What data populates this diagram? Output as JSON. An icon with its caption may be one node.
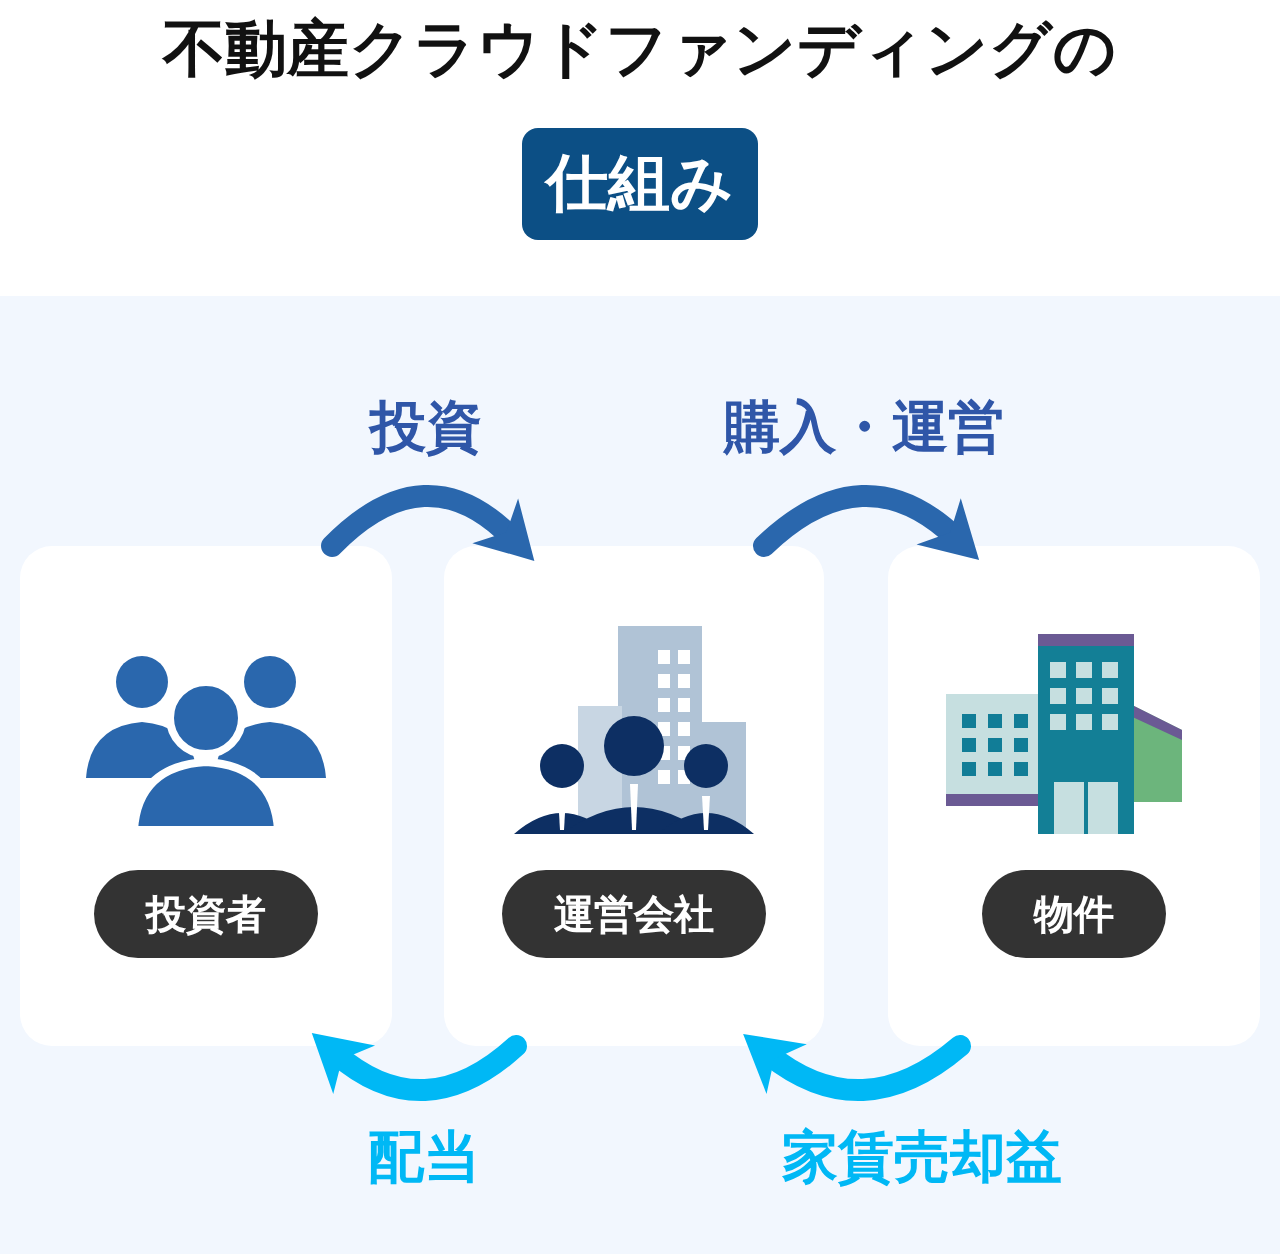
{
  "diagram": {
    "title": "不動産クラウドファンディングの",
    "nodes": [
      {
        "text": [
          "投資者"
        ]
      },
      {
        "text": [
          "運営会社"
        ]
      },
      {
        "text": [
          "物件"
        ]
      }
    ],
    "edges": [
      {
        "from": 0,
        "to": 1,
        "arrow": "to",
        "label": "投資",
        "color": "#2a67ad"
      },
      {
        "from": 1,
        "to": 2,
        "arrow": "to",
        "label": "購入・運営",
        "color": "#2a67ad"
      },
      {
        "from": 1,
        "to": 0,
        "arrow": "to",
        "label": "配当",
        "color": "#00b8f5"
      },
      {
        "from": 2,
        "to": 1,
        "arrow": "to",
        "label": "家賃売却益",
        "color": "#00b8f5"
      }
    ],
    "labels": [
      "仕組み"
    ]
  }
}
